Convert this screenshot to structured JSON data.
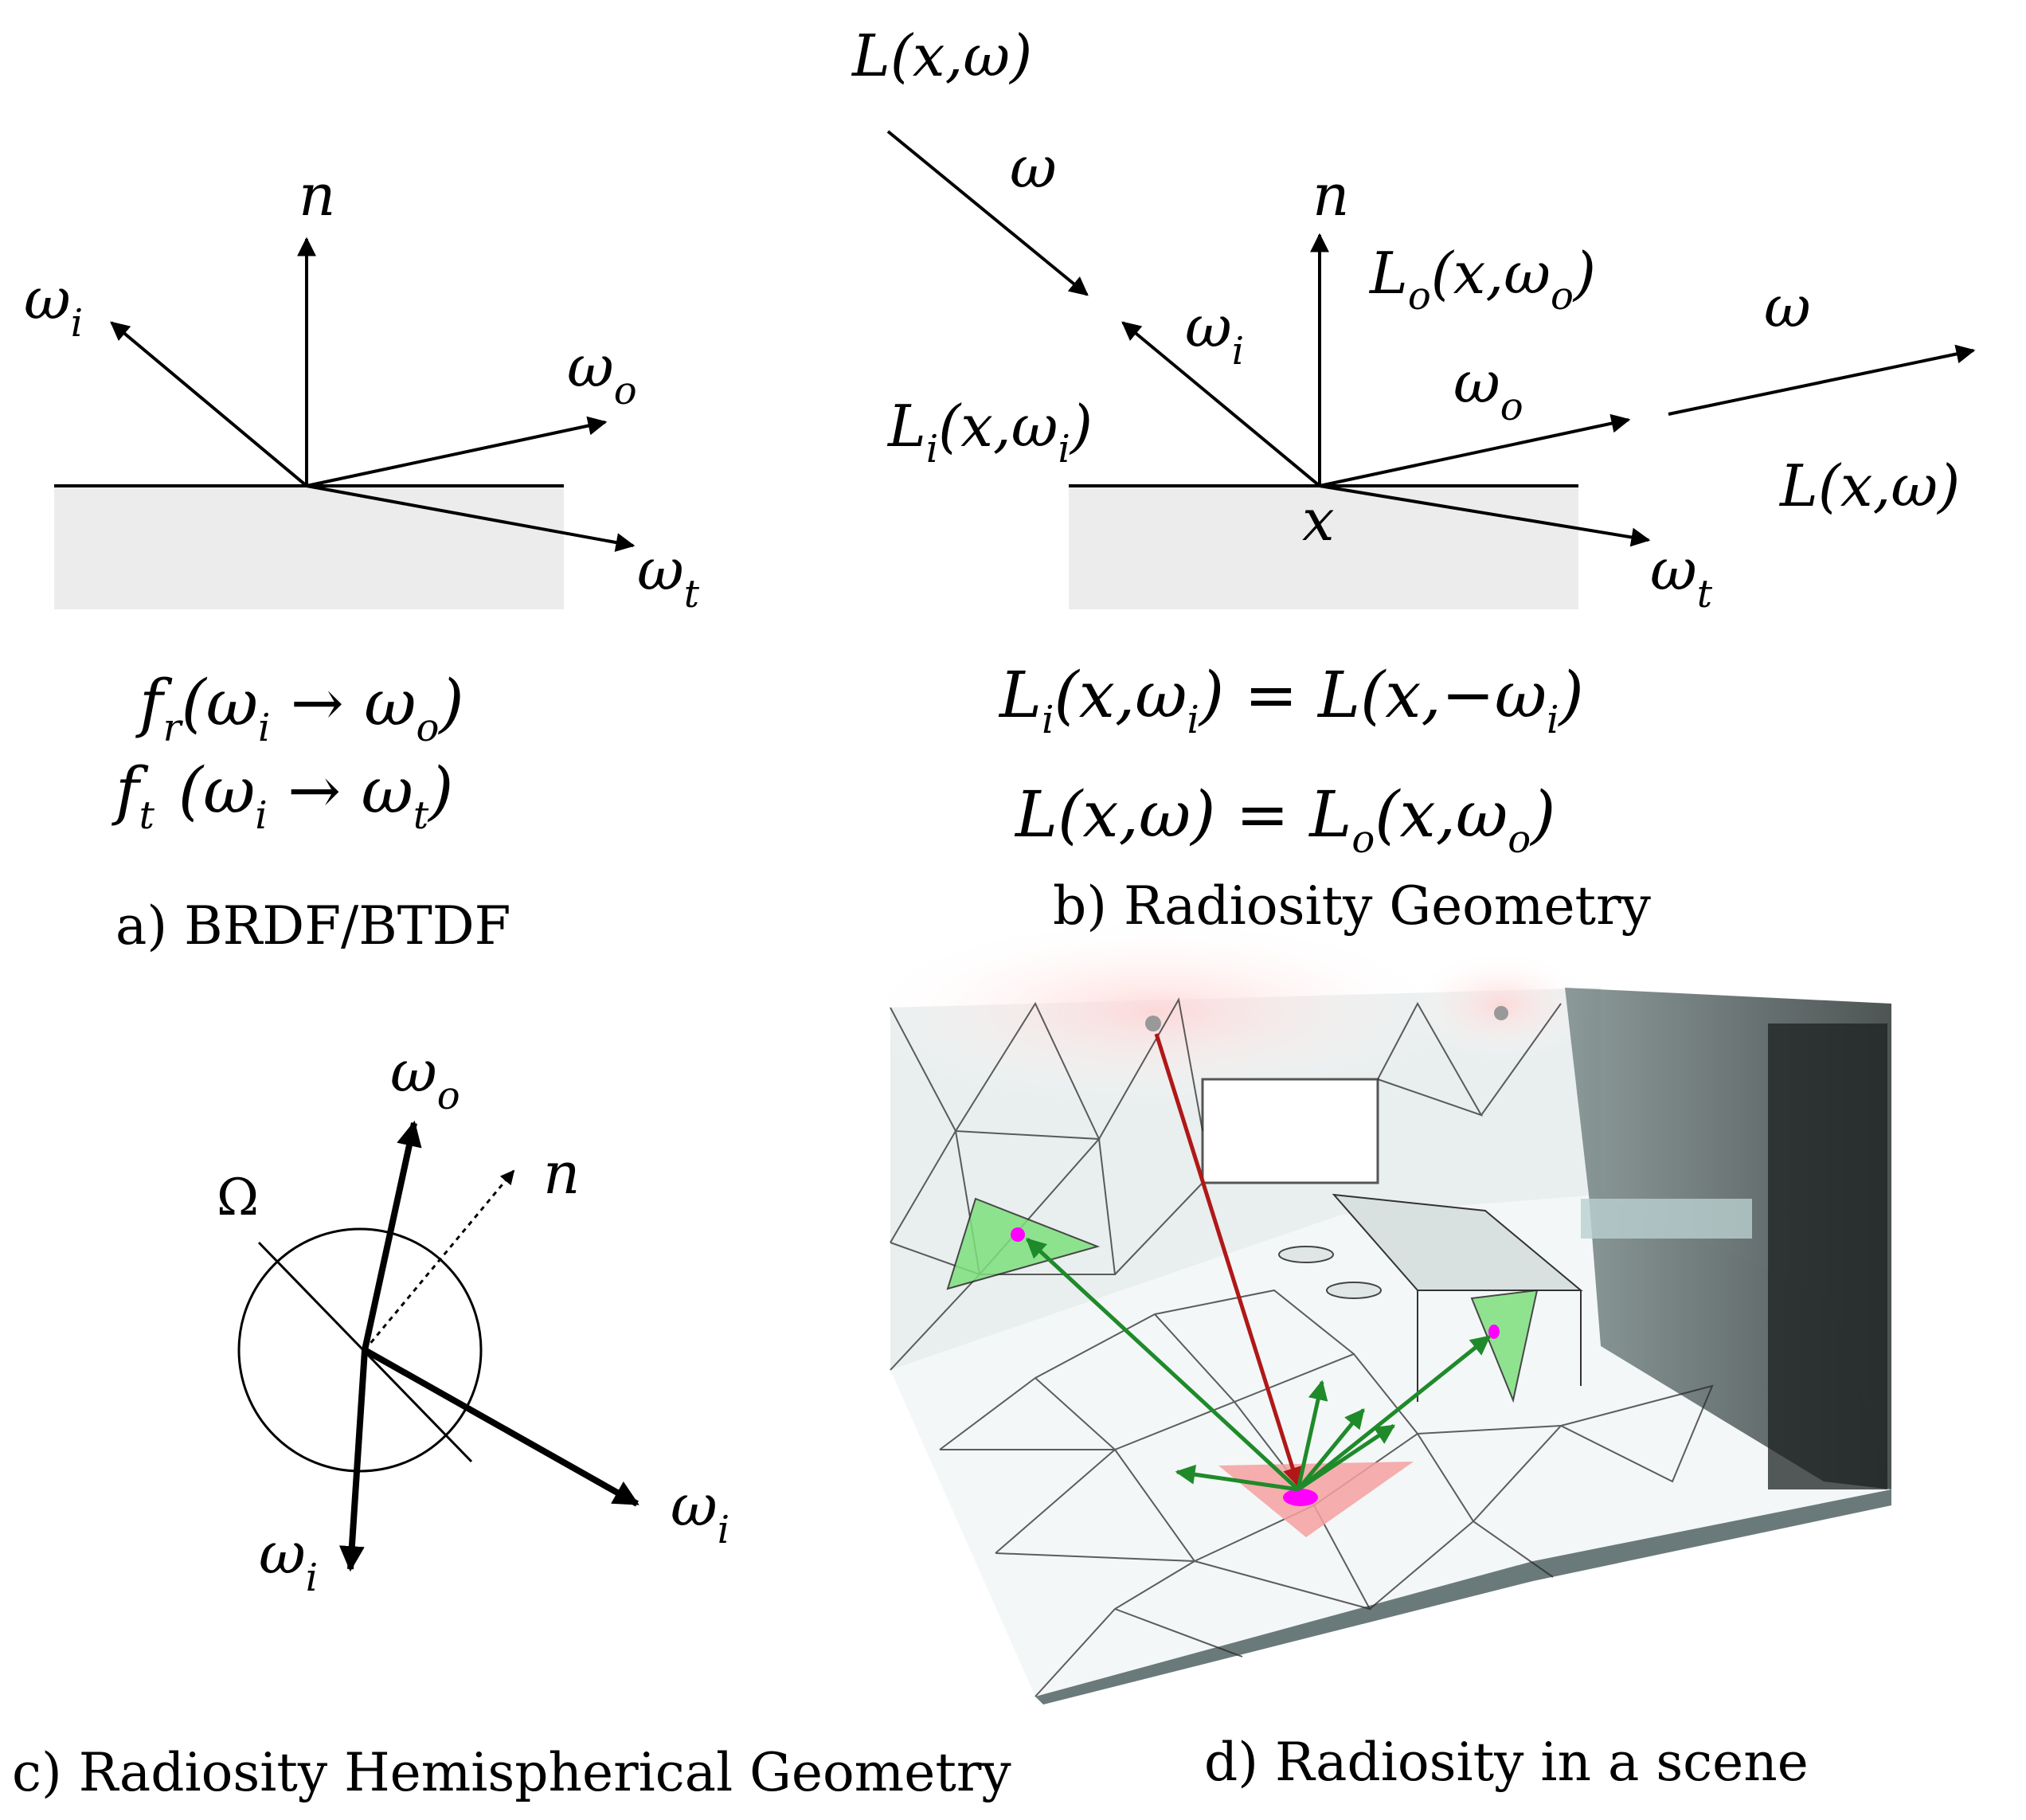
{
  "panel_a": {
    "labels": {
      "n": "n",
      "omega_i": "ω",
      "omega_i_sub": "i",
      "omega_o": "ω",
      "omega_o_sub": "o",
      "omega_t": "ω",
      "omega_t_sub": "t"
    },
    "eq1": {
      "f": "f",
      "r": "r",
      "open": "(",
      "wi": "ω",
      "i": "i",
      "arrow": " → ",
      "wo": "ω",
      "o": "o",
      "close": ")"
    },
    "eq2": {
      "f": "f",
      "t": "t",
      "open": "(",
      "wi": "ω",
      "i": "i",
      "arrow": " → ",
      "wt": "ω",
      "tsub": "t",
      "close": ")"
    },
    "caption": "a) BRDF/BTDF"
  },
  "panel_b": {
    "labels": {
      "L_top": "L(x,ω)",
      "omega_top": "ω",
      "n": "n",
      "Lo_L": "L",
      "Lo_o": "o",
      "Lo_rest1": "(x,ω",
      "Lo_o2": "o",
      "Lo_rest2": ")",
      "omega_right": "ω",
      "omega_i": "ω",
      "omega_i_sub": "i",
      "omega_o": "ω",
      "omega_o_sub": "o",
      "Li_L": "L",
      "Li_i": "i",
      "Li_rest1": "(x,ω",
      "Li_i2": "i",
      "Li_rest2": ")",
      "L_right": "L(x,ω)",
      "x": "x",
      "omega_t": "ω",
      "omega_t_sub": "t"
    },
    "eq1": {
      "L": "L",
      "i": "i",
      "mid": "(x,ω",
      "i2": "i",
      "rhs": ") = L(x,−ω",
      "i3": "i",
      "close": ")"
    },
    "eq2": {
      "lhs": "L(x,ω) = L",
      "o": "o",
      "mid": "(x,ω",
      "o2": "o",
      "close": ")"
    },
    "caption": "b) Radiosity Geometry"
  },
  "panel_c": {
    "labels": {
      "omega_o": "ω",
      "omega_o_sub": "o",
      "Omega": "Ω",
      "n": "n",
      "omega_i_bottom": "ω",
      "omega_i_bottom_sub": "i",
      "omega_i_right": "ω",
      "omega_i_right_sub": "i"
    },
    "caption": "c) Radiosity Hemispherical Geometry"
  },
  "panel_d": {
    "caption": "d) Radiosity in a scene",
    "colors": {
      "ray_red": "#b01818",
      "ray_green": "#1f8a2a",
      "patch_green": "#7ee07e",
      "patch_red": "#f4a0a0",
      "spot_magenta": "#ff00ff"
    }
  }
}
